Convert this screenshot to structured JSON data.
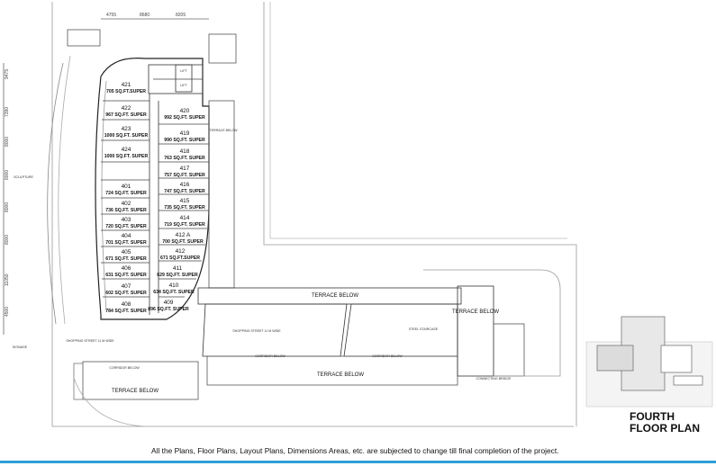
{
  "plan_title": [
    "FOURTH",
    "FLOOR PLAN"
  ],
  "disclaimer": "All the Plans, Floor Plans, Layout Plans, Dimensions Areas, etc. are subjected to change till final completion of the project.",
  "units": [
    {
      "no": "421",
      "area": "705 SQ.FT.SUPER"
    },
    {
      "no": "422",
      "area": "967 SQ.FT. SUPER"
    },
    {
      "no": "423",
      "area": "1000 SQ.FT. SUPER"
    },
    {
      "no": "424",
      "area": "1000 SQ.FT. SUPER"
    },
    {
      "no": "401",
      "area": "724 SQ.FT. SUPER"
    },
    {
      "no": "402",
      "area": "736 SQ.FT. SUPER"
    },
    {
      "no": "403",
      "area": "720 SQ.FT. SUPER"
    },
    {
      "no": "404",
      "area": "701 SQ.FT. SUPER"
    },
    {
      "no": "405",
      "area": "671 SQ.FT. SUPER"
    },
    {
      "no": "406",
      "area": "631 SQ.FT. SUPER"
    },
    {
      "no": "407",
      "area": "602 SQ.FT. SUPER"
    },
    {
      "no": "408",
      "area": "784 SQ.FT. SUPER"
    },
    {
      "no": "420",
      "area": "992 SQ.FT. SUPER"
    },
    {
      "no": "419",
      "area": "990 SQ.FT. SUPER"
    },
    {
      "no": "418",
      "area": "763 SQ.FT. SUPER"
    },
    {
      "no": "417",
      "area": "757 SQ.FT. SUPER"
    },
    {
      "no": "416",
      "area": "747 SQ.FT. SUPER"
    },
    {
      "no": "415",
      "area": "735 SQ.FT. SUPER"
    },
    {
      "no": "414",
      "area": "719 SQ.FT. SUPER"
    },
    {
      "no": "412 A",
      "area": "700 SQ.FT. SUPER"
    },
    {
      "no": "412",
      "area": "671 SQ.FT.SUPER"
    },
    {
      "no": "411",
      "area": "629 SQ.FT. SUPER"
    },
    {
      "no": "410",
      "area": "634 SQ.FT. SUPER"
    },
    {
      "no": "409",
      "area": "896 SQ.FT. SUPER"
    }
  ],
  "labels": {
    "terrace_below_1": "TERRACE BELOW",
    "terrace_below_2": "TERRACE BELOW",
    "terrace_below_3": "TERRACE BELOW",
    "terrace_below_4": "TERRACE BELOW",
    "terrace_below_5": "TERRACE BELOW",
    "sculpture": "SCULPTURE",
    "signage": "SIGNAGE",
    "shopping_street_1": "SHOPPING STREET 11 M WIDE",
    "shopping_street_2": "SHOPPING STREET 11 M WIDE",
    "corridor_below_1": "CORRIDOR BELOW",
    "corridor_below_2": "CORRIDOR BELOW",
    "corridor_below_3": "CORRIDOR BELOW",
    "connecting_bridge": "CONNECTING BRIDGE",
    "steel_staircase": "STEEL STAIRCASE",
    "lift_1": "LIFT",
    "lift_2": "LIFT"
  },
  "dimensions": {
    "top": [
      "4755",
      "8680",
      "8205"
    ],
    "left": [
      "9475",
      "7390",
      "8000",
      "8000",
      "8000",
      "8000",
      "11050",
      "4500"
    ]
  }
}
